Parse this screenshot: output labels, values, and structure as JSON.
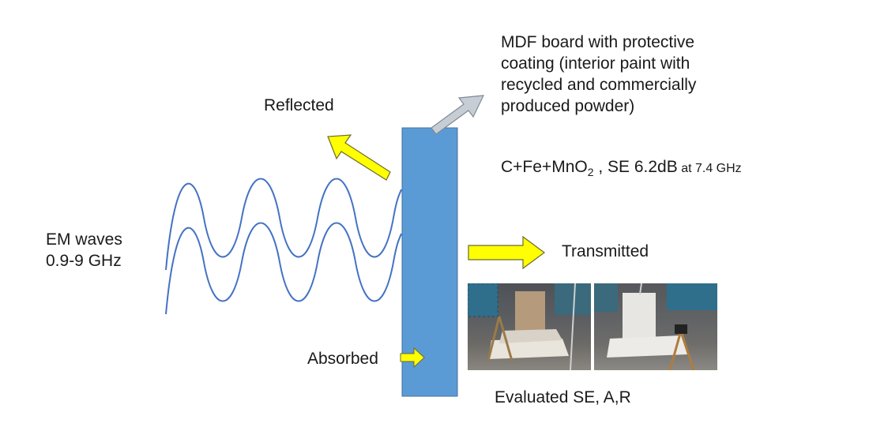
{
  "labels": {
    "em_waves_line1": "EM waves",
    "em_waves_line2": "0.9-9 GHz",
    "reflected": "Reflected",
    "transmitted": "Transmitted",
    "absorbed": "Absorbed",
    "evaluated": "Evaluated SE, A,R"
  },
  "description": {
    "line1": "MDF board with protective",
    "line2": "coating (interior paint with",
    "line3": "recycled and commercially",
    "line4": "produced powder)"
  },
  "result": {
    "material_main": "C+Fe+MnO",
    "material_sub": "2",
    "se_value": " , SE 6.2dB",
    "frequency": " at 7.4 GHz"
  },
  "colors": {
    "board": "#5b9bd5",
    "wave": "#4472c4",
    "arrow_yellow": "#ffff00",
    "arrow_grey": "#c7cdd4"
  },
  "icons": {
    "photo_left": "anechoic-chamber-measurement-photo",
    "photo_right": "anechoic-chamber-measurement-photo"
  }
}
